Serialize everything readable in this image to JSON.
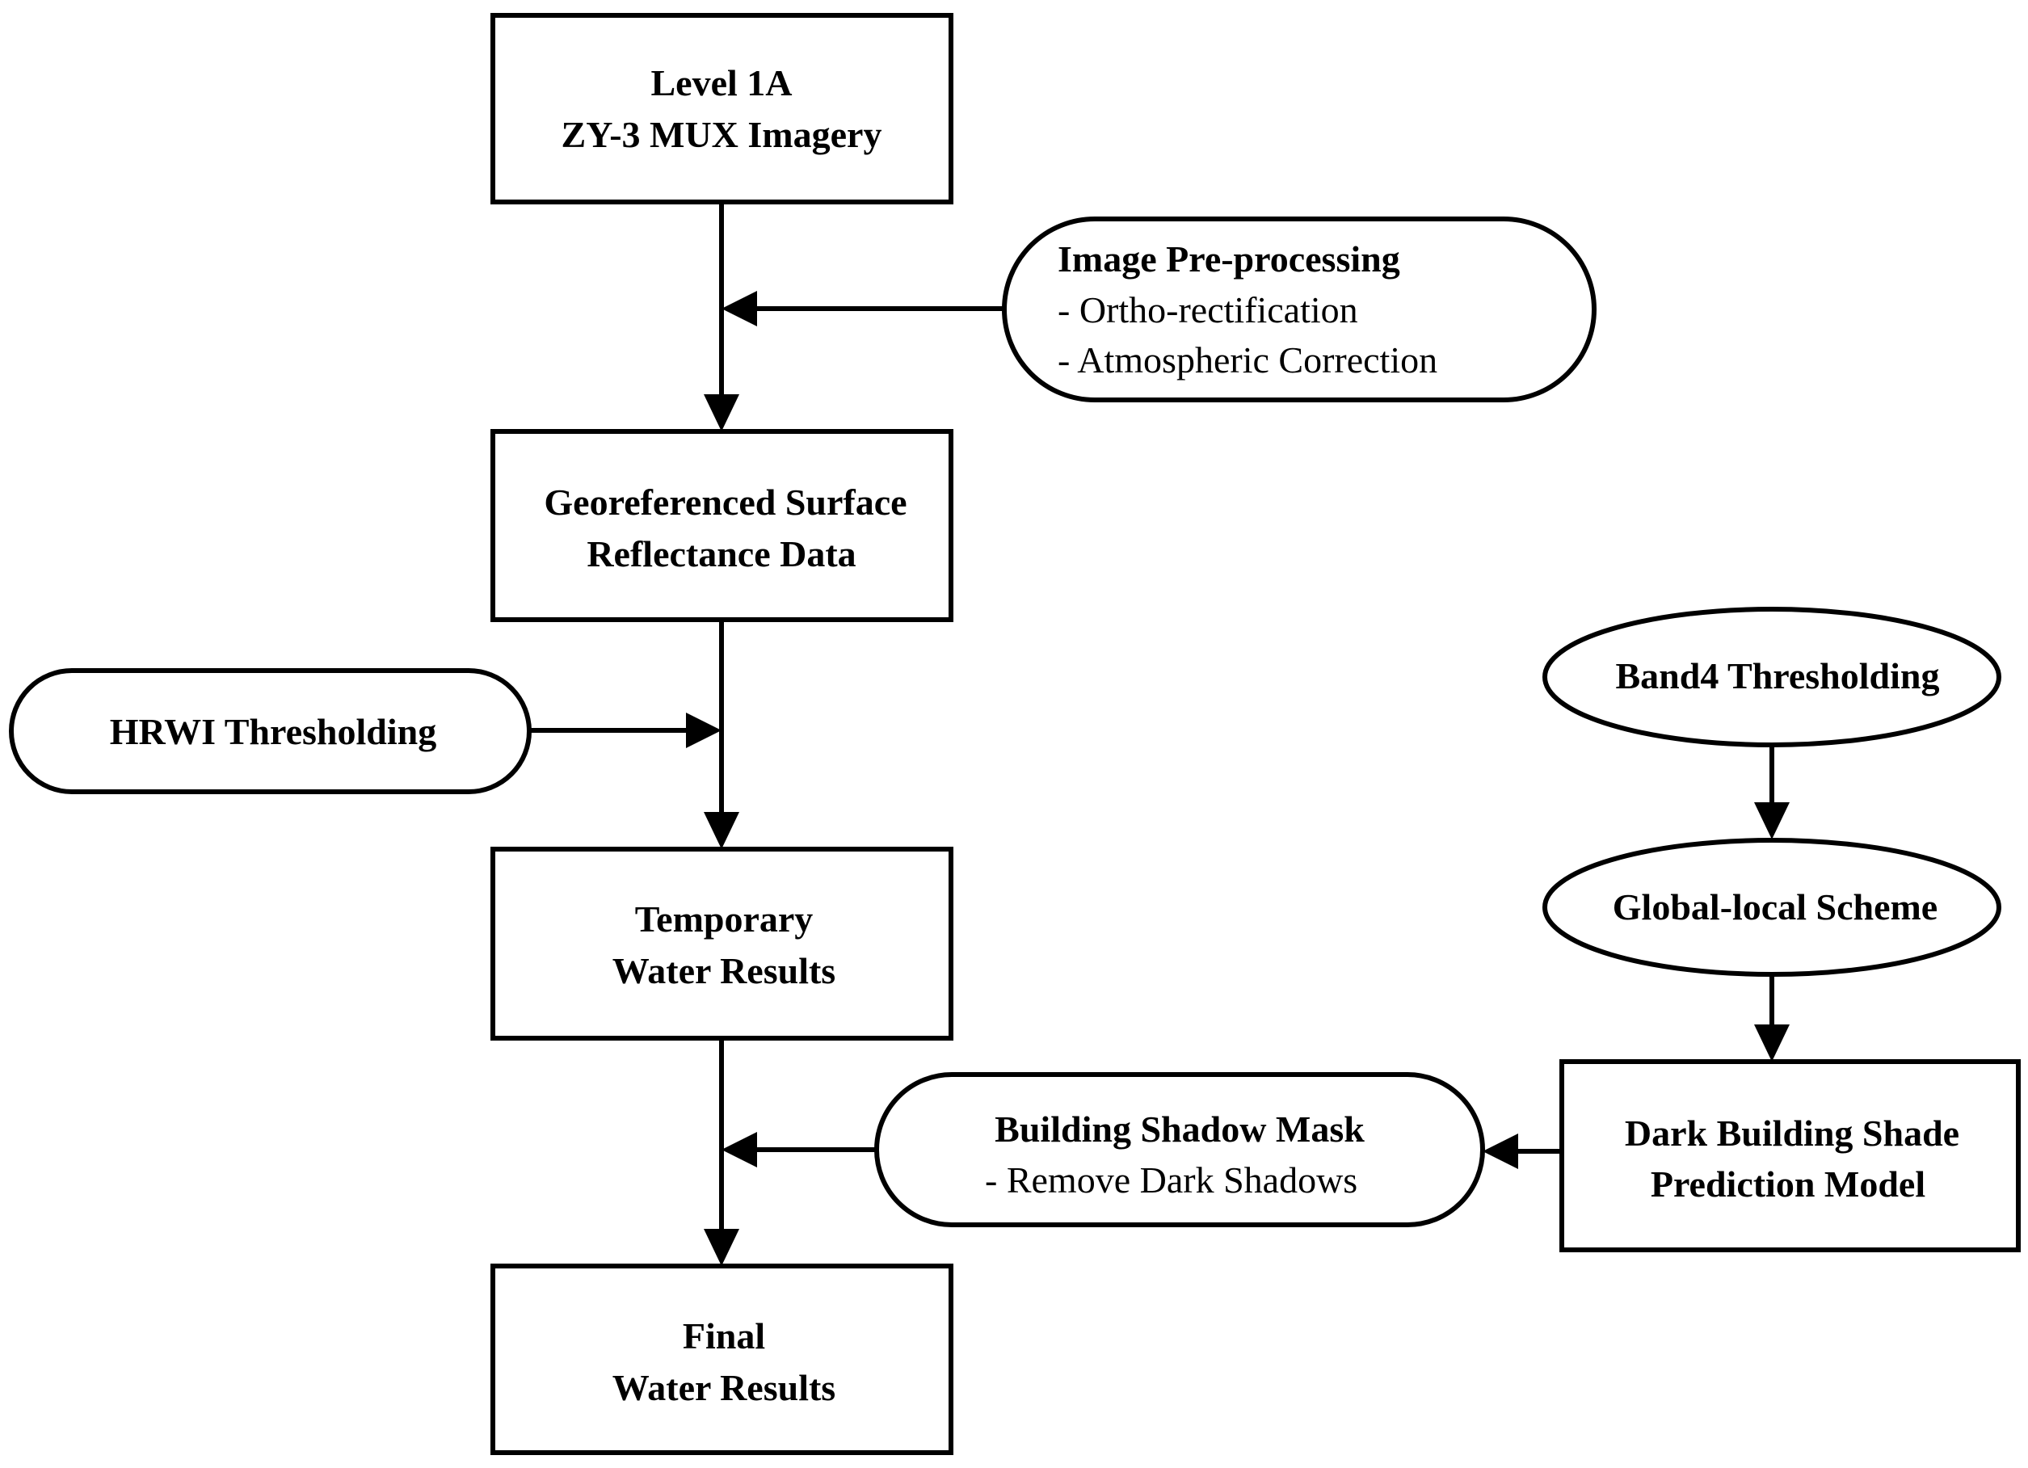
{
  "nodes": {
    "level1a": {
      "line1": "Level 1A",
      "line2": "ZY-3 MUX Imagery"
    },
    "preprocessing": {
      "title": "Image Pre-processing",
      "item1": "- Ortho-rectification",
      "item2": "- Atmospheric Correction"
    },
    "georef": {
      "line1": "Georeferenced Surface",
      "line2": "Reflectance Data"
    },
    "hrwi": {
      "label": "HRWI Thresholding"
    },
    "temporary": {
      "line1": "Temporary",
      "line2": "Water Results"
    },
    "band4": {
      "label": "Band4 Thresholding"
    },
    "global_local": {
      "label": "Global-local Scheme"
    },
    "dark_building": {
      "line1": "Dark Building Shade",
      "line2": "Prediction Model"
    },
    "shadow_mask": {
      "title": "Building Shadow Mask",
      "item1": "- Remove Dark Shadows"
    },
    "final": {
      "line1": "Final",
      "line2": "Water Results"
    }
  },
  "edges": [
    {
      "from": "level1a",
      "to": "georef"
    },
    {
      "from": "preprocessing",
      "to": "level1a-georef-link"
    },
    {
      "from": "georef",
      "to": "temporary"
    },
    {
      "from": "hrwi",
      "to": "georef-temporary-link"
    },
    {
      "from": "band4",
      "to": "global_local"
    },
    {
      "from": "global_local",
      "to": "dark_building"
    },
    {
      "from": "dark_building",
      "to": "shadow_mask"
    },
    {
      "from": "shadow_mask",
      "to": "temporary-final-link"
    },
    {
      "from": "temporary",
      "to": "final"
    }
  ]
}
